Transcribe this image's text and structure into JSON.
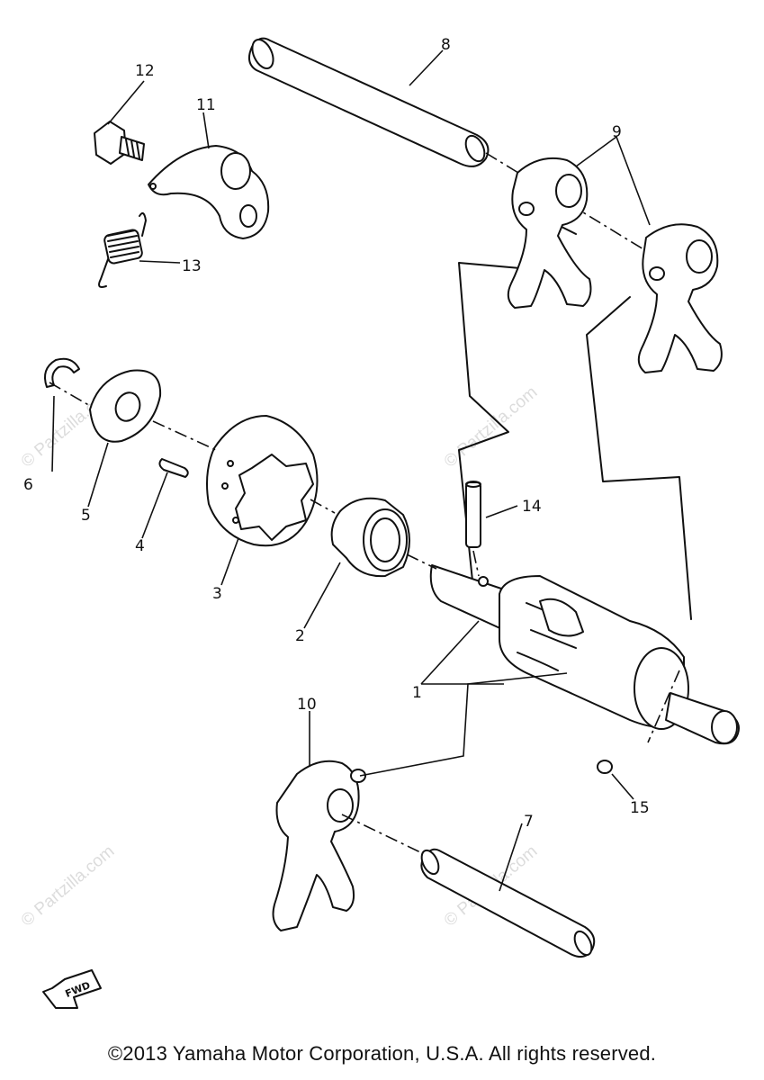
{
  "callouts": [
    "1",
    "2",
    "3",
    "4",
    "5",
    "6",
    "7",
    "8",
    "9",
    "10",
    "11",
    "12",
    "13",
    "14",
    "15"
  ],
  "watermark": "© Partzilla.com",
  "fwd_label": "FWD",
  "copyright": "©2013  Yamaha Motor Corporation, U.S.A. All rights reserved."
}
